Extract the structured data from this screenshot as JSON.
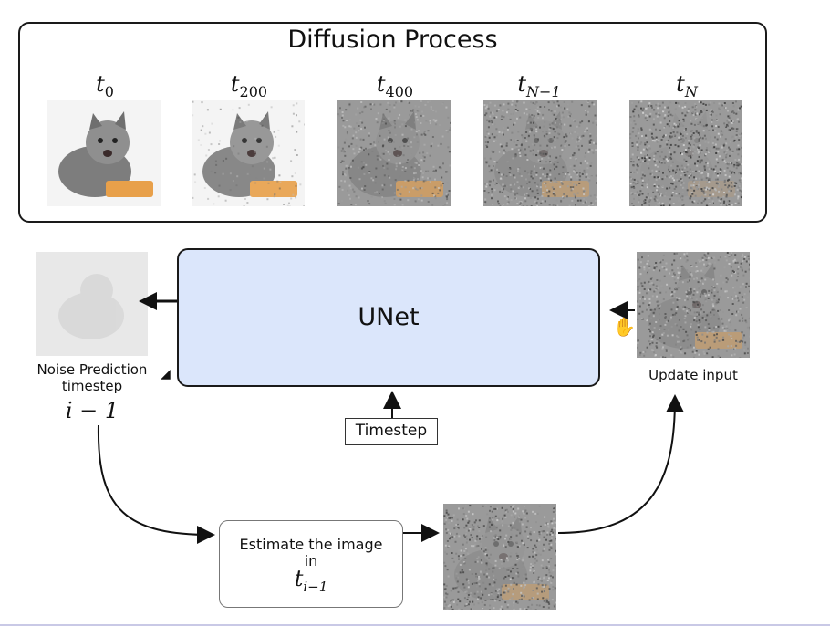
{
  "title": "Diffusion Process",
  "timesteps": [
    {
      "base": "t",
      "sub": "0",
      "noise": 0.0
    },
    {
      "base": "t",
      "sub": "200",
      "noise": 0.12
    },
    {
      "base": "t",
      "sub": "400",
      "noise": 0.45
    },
    {
      "base": "t",
      "sub": "N−1",
      "noise": 0.72
    },
    {
      "base": "t",
      "sub": "N",
      "noise": 1.0
    }
  ],
  "unet": {
    "label": "UNet"
  },
  "noise_prediction": {
    "line1": "Noise Prediction",
    "line2": "timestep",
    "math": "i − 1"
  },
  "update_input": {
    "label": "Update input"
  },
  "timestep_box": {
    "label": "Timestep"
  },
  "estimate": {
    "line1": "Estimate the image",
    "line2": "in",
    "math_base": "t",
    "math_sub": "i−1"
  },
  "colors": {
    "unet_fill": "#dbe6fb",
    "border": "#1a1a1a",
    "bowl": "#e8a04a"
  }
}
